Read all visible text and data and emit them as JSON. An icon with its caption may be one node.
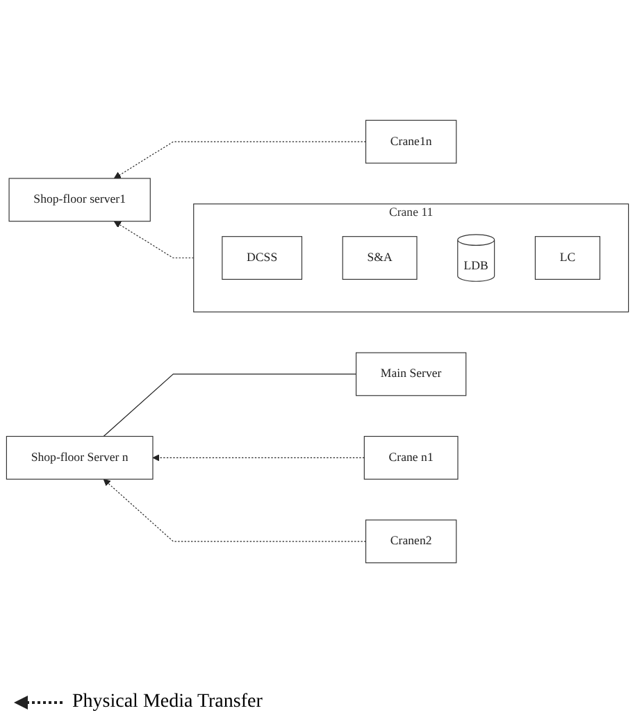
{
  "diagram": {
    "nodes": [
      {
        "text": [
          "Main Server"
        ]
      },
      {
        "text": [
          "Crane 11"
        ]
      },
      {
        "text": [
          "DCSS"
        ],
        "in": 1
      },
      {
        "text": [
          "S&A"
        ],
        "in": 1
      },
      {
        "text": [
          "LDB"
        ],
        "in": 1
      },
      {
        "text": [
          "LC"
        ],
        "in": 1
      },
      {
        "text": [
          "Shop-floor server1"
        ]
      },
      {
        "text": [
          "Crane1n"
        ]
      },
      {
        "text": [
          "Crane n1"
        ]
      },
      {
        "text": [
          "Shop-floor Server n"
        ]
      },
      {
        "text": [
          "Cranen2"
        ]
      }
    ],
    "edges": [
      {
        "from": 0,
        "to": 9,
        "arrow": "none"
      },
      {
        "from": 1,
        "to": 6,
        "arrow": "to",
        "style": "dashed"
      },
      {
        "from": 7,
        "to": 6,
        "arrow": "to",
        "style": "dashed"
      },
      {
        "from": 8,
        "to": 9,
        "arrow": "to",
        "style": "dashed"
      },
      {
        "from": 10,
        "to": 9,
        "arrow": "to",
        "style": "dashed"
      }
    ],
    "legend": [
      {
        "text": "Physical Media Transfer"
      }
    ]
  }
}
